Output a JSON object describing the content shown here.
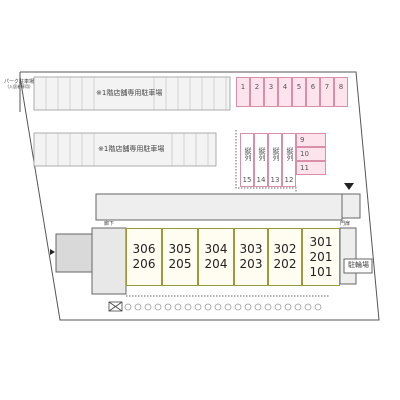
{
  "labels": {
    "store_parking_1": "※1階店舗専用駐車場",
    "store_parking_2": "※1階店舗専用駐車場",
    "corridor": "廊下",
    "parking_sign_line1": "パーク駐車場",
    "parking_sign_line2": "(入居者専用)",
    "gate": "門扉",
    "bike_parking": "駐輪場"
  },
  "top_stalls": [
    "1",
    "2",
    "3",
    "4",
    "5",
    "6",
    "7",
    "8"
  ],
  "vertical_stalls": [
    {
      "label": "縦列",
      "number": "15"
    },
    {
      "label": "縦列",
      "number": "14"
    },
    {
      "label": "縦列",
      "number": "13"
    },
    {
      "label": "縦列",
      "number": "12"
    }
  ],
  "right_stalls": [
    "9",
    "10",
    "11"
  ],
  "units": [
    {
      "rooms": [
        "306",
        "206"
      ]
    },
    {
      "rooms": [
        "305",
        "205"
      ]
    },
    {
      "rooms": [
        "304",
        "204"
      ]
    },
    {
      "rooms": [
        "303",
        "203"
      ]
    },
    {
      "rooms": [
        "302",
        "202"
      ]
    },
    {
      "rooms": [
        "301",
        "201",
        "101"
      ]
    }
  ]
}
